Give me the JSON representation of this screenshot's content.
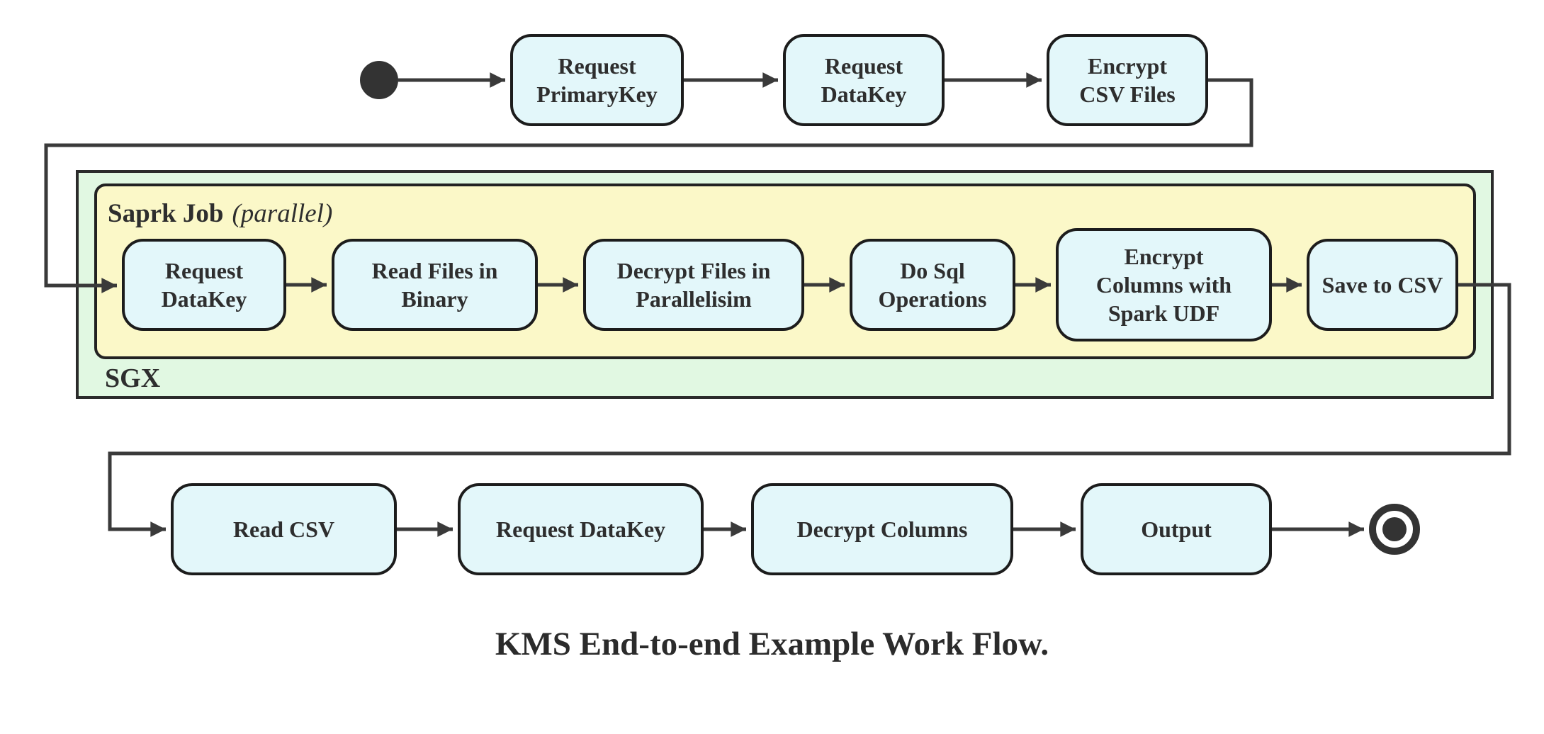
{
  "diagram": {
    "caption": "KMS End-to-end Example Work Flow.",
    "colors": {
      "activity_fill": "#e3f7fa",
      "activity_border": "#1c1c1c",
      "sgx_partition_fill": "#e1f8e2",
      "spark_partition_fill": "#fbf8c8",
      "edge_line": "#3a3a3a",
      "text": "#2e2e2e"
    },
    "top_row": {
      "nodes": [
        {
          "label": "Request\nPrimaryKey"
        },
        {
          "label": "Request\nDataKey"
        },
        {
          "label": "Encrypt\nCSV Files"
        }
      ]
    },
    "sgx_group": {
      "label": "SGX",
      "spark_group": {
        "label_bold": "Saprk Job",
        "label_italic": "(parallel)",
        "nodes": [
          {
            "label": "Request\nDataKey"
          },
          {
            "label": "Read Files in\nBinary"
          },
          {
            "label": "Decrypt Files in\nParallelisim"
          },
          {
            "label": "Do Sql\nOperations"
          },
          {
            "label": "Encrypt\nColumns with\nSpark UDF"
          },
          {
            "label": "Save to CSV"
          }
        ]
      }
    },
    "bottom_row": {
      "nodes": [
        {
          "label": "Read CSV"
        },
        {
          "label": "Request DataKey"
        },
        {
          "label": "Decrypt Columns"
        },
        {
          "label": "Output"
        }
      ]
    }
  }
}
